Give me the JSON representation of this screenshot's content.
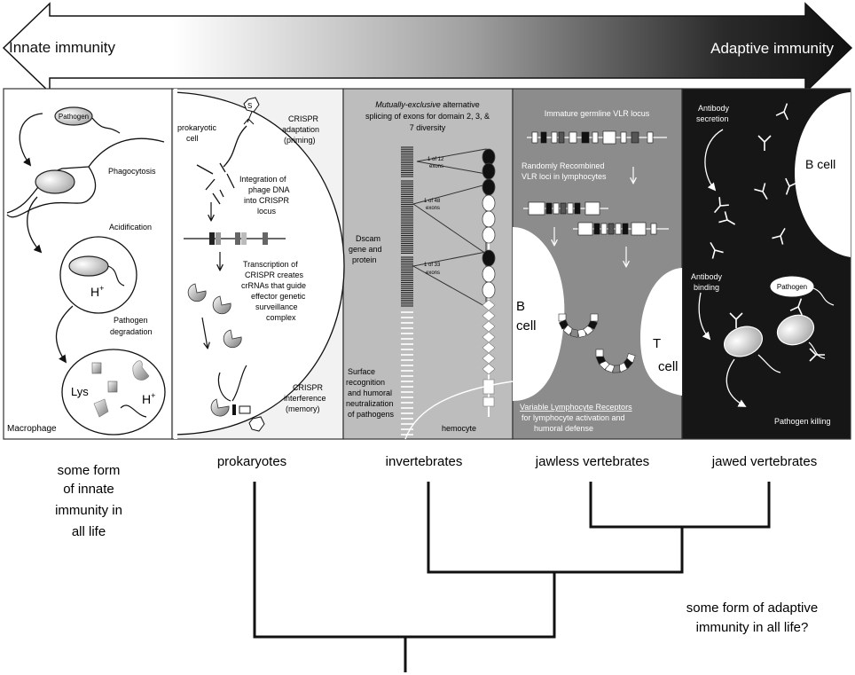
{
  "arrow": {
    "left_label": "Innate immunity",
    "right_label": "Adaptive immunity"
  },
  "panels": {
    "innate": {
      "pathogen": "Pathogen",
      "phagocytosis": "Phagocytosis",
      "acidification": "Acidification",
      "proton": "H",
      "plus": "+",
      "degradation_1": "Pathogen",
      "degradation_2": "degradation",
      "lys": "Lys",
      "macrophage": "Macrophage"
    },
    "prokaryote": {
      "cell_1": "prokaryotic",
      "cell_2": "cell",
      "phage_mark": "S",
      "adaptation_1": "CRISPR",
      "adaptation_2": "adaptation",
      "adaptation_3": "(priming)",
      "integration_1": "Integration of",
      "integration_2": "phage DNA",
      "integration_3": "into CRISPR",
      "integration_4": "locus",
      "transcription_1": "Transcription of",
      "transcription_2": "CRISPR creates",
      "transcription_3": "crRNAs that guide",
      "transcription_4": "effector genetic",
      "transcription_5": "surveillance",
      "transcription_6": "complex",
      "interference_1": "CRISPR",
      "interference_2": "interference",
      "interference_3": "(memory)"
    },
    "invertebrate": {
      "title_italic": "Mutually-exclusive",
      "title_rest": " alternative",
      "title_2": "splicing of exons for domain 2, 3, &",
      "title_3": "7 diversity",
      "exons_a_1": "1 of 12",
      "exons_a_2": "exons",
      "exons_b_1": "1 of 48",
      "exons_b_2": "exons",
      "exons_c_1": "1 of 33",
      "exons_c_2": "exons",
      "dscam_1": "Dscam",
      "dscam_2": "gene and",
      "dscam_3": "protein",
      "surface_1": "Surface",
      "surface_2": "recognition",
      "surface_3": "and humoral",
      "surface_4": "neutralization",
      "surface_5": "of pathogens",
      "hemocyte": "hemocyte"
    },
    "jawless": {
      "germline": "Immature germline VLR locus",
      "recombined_1": "Randomly Recombined",
      "recombined_2": "VLR loci in lymphocytes",
      "b_cell_1": "B",
      "b_cell_2": "cell",
      "t_cell_1": "T",
      "t_cell_2": "cell",
      "vlr_1": "Variable Lymphocyte Receptors",
      "vlr_2": "for lymphocyte activation and",
      "vlr_3": "humoral defense"
    },
    "jawed": {
      "secretion_1": "Antibody",
      "secretion_2": "secretion",
      "b_cell": "B cell",
      "binding_1": "Antibody",
      "binding_2": "binding",
      "pathogen": "Pathogen",
      "killing": "Pathogen killing"
    }
  },
  "tree": {
    "innate_note_1": "some form",
    "innate_note_2": "of innate",
    "innate_note_3": "immunity in",
    "innate_note_4": "all life",
    "taxa": [
      "prokaryotes",
      "invertebrates",
      "jawless vertebrates",
      "jawed vertebrates"
    ],
    "adaptive_note_1": "some form of adaptive",
    "adaptive_note_2": "immunity in all life?"
  },
  "colors": {
    "panel_innate": "#ffffff",
    "panel_prokaryote": "#f2f2f2",
    "panel_invertebrate": "#bdbdbd",
    "panel_jawless": "#8c8c8c",
    "panel_jawed": "#161616"
  }
}
